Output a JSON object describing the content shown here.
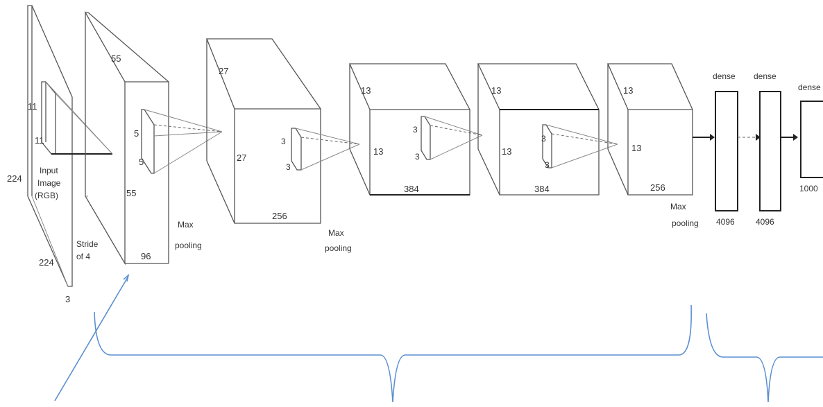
{
  "input": {
    "lines": [
      "Input",
      "Image",
      "(RGB)"
    ],
    "height": "224",
    "width": "224",
    "depth": "3",
    "kernel_h": "11",
    "kernel_w": "11"
  },
  "stride": {
    "lines": [
      "Stride",
      "of 4"
    ]
  },
  "conv1": {
    "top": "55",
    "side": "55",
    "depth": "96",
    "kernel_h": "5",
    "kernel_w": "5"
  },
  "pool1": {
    "lines": [
      "Max",
      "pooling"
    ]
  },
  "conv2": {
    "top": "27",
    "side": "27",
    "depth": "256",
    "kernel_h": "3",
    "kernel_w": "3"
  },
  "pool2": {
    "lines": [
      "Max",
      "pooling"
    ]
  },
  "conv3": {
    "top": "13",
    "side": "13",
    "depth": "384",
    "kernel_h": "3",
    "kernel_w": "3"
  },
  "conv4": {
    "top": "13",
    "side": "13",
    "depth": "384",
    "kernel_h": "3",
    "kernel_w": "3"
  },
  "conv5": {
    "top": "13",
    "side": "13",
    "depth": "256"
  },
  "pool3": {
    "lines": [
      "Max",
      "pooling"
    ]
  },
  "dense1": {
    "label": "dense",
    "size": "4096"
  },
  "dense2": {
    "label": "dense",
    "size": "4096"
  },
  "dense3": {
    "label": "dense",
    "size": "1000"
  },
  "annotation_color": "#5b8fd0"
}
